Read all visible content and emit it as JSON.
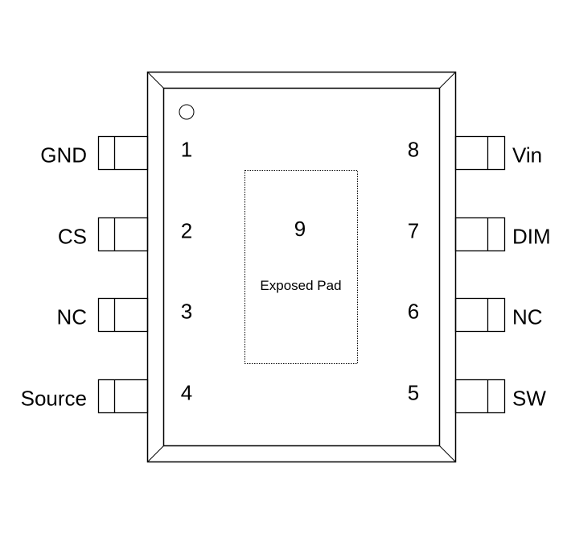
{
  "package": {
    "pin1_marker": "pin-1-indicator-circle",
    "exposed_pad": {
      "number": "9",
      "label": "Exposed Pad"
    }
  },
  "pins_left": [
    {
      "number": "1",
      "name": "GND"
    },
    {
      "number": "2",
      "name": "CS"
    },
    {
      "number": "3",
      "name": "NC"
    },
    {
      "number": "4",
      "name": "Source"
    }
  ],
  "pins_right": [
    {
      "number": "8",
      "name": "Vin"
    },
    {
      "number": "7",
      "name": "DIM"
    },
    {
      "number": "6",
      "name": "NC"
    },
    {
      "number": "5",
      "name": "SW"
    }
  ]
}
